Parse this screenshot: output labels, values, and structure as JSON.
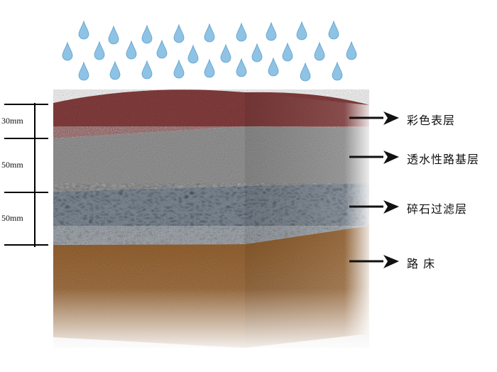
{
  "title": "透水路面结构示意",
  "layers": [
    {
      "label": "彩色表层",
      "thickness": "30mm",
      "color": "#7a3a3a"
    },
    {
      "label": "透水性路基层",
      "thickness": "50mm",
      "color": "#8a8a8a"
    },
    {
      "label": "碎石过滤层",
      "thickness": "50mm",
      "color": "#4f5760"
    },
    {
      "label": "路 床",
      "color": "#8a5a2e"
    }
  ],
  "rain_color": "#8ec3e6",
  "icons": [
    "raindrop-icon",
    "arrow-right-icon"
  ]
}
